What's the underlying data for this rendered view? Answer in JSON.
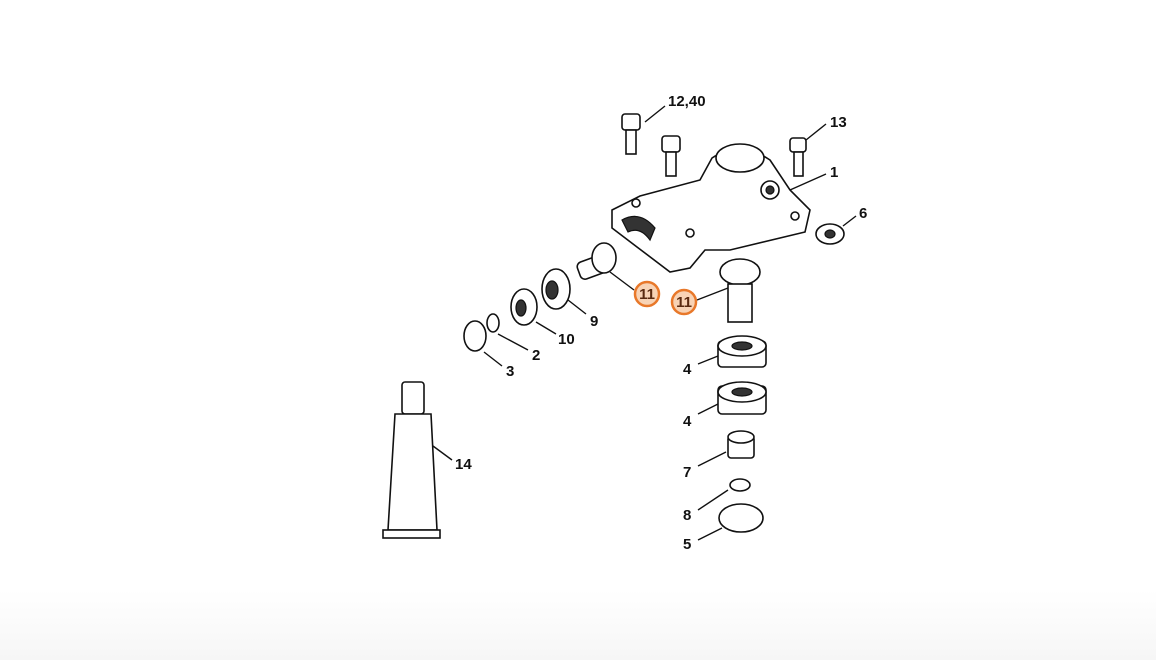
{
  "diagram": {
    "highlight_colors": {
      "stroke": "#e8782a",
      "fill": "#f8d3b5"
    },
    "labels": {
      "screw_top": "12,40",
      "screw_right": "13",
      "gear_housing": "1",
      "plug": "6",
      "bevel_pinion": "11",
      "bevel_gear": "11",
      "ball_bearing_9": "9",
      "ball_bearing_10": "10",
      "washer": "2",
      "circlip_3": "3",
      "ball_bearing_4a": "4",
      "ball_bearing_4b": "4",
      "sleeve_gear": "7",
      "circlip_8": "8",
      "circlip_5": "5",
      "grease_tube": "14"
    }
  }
}
